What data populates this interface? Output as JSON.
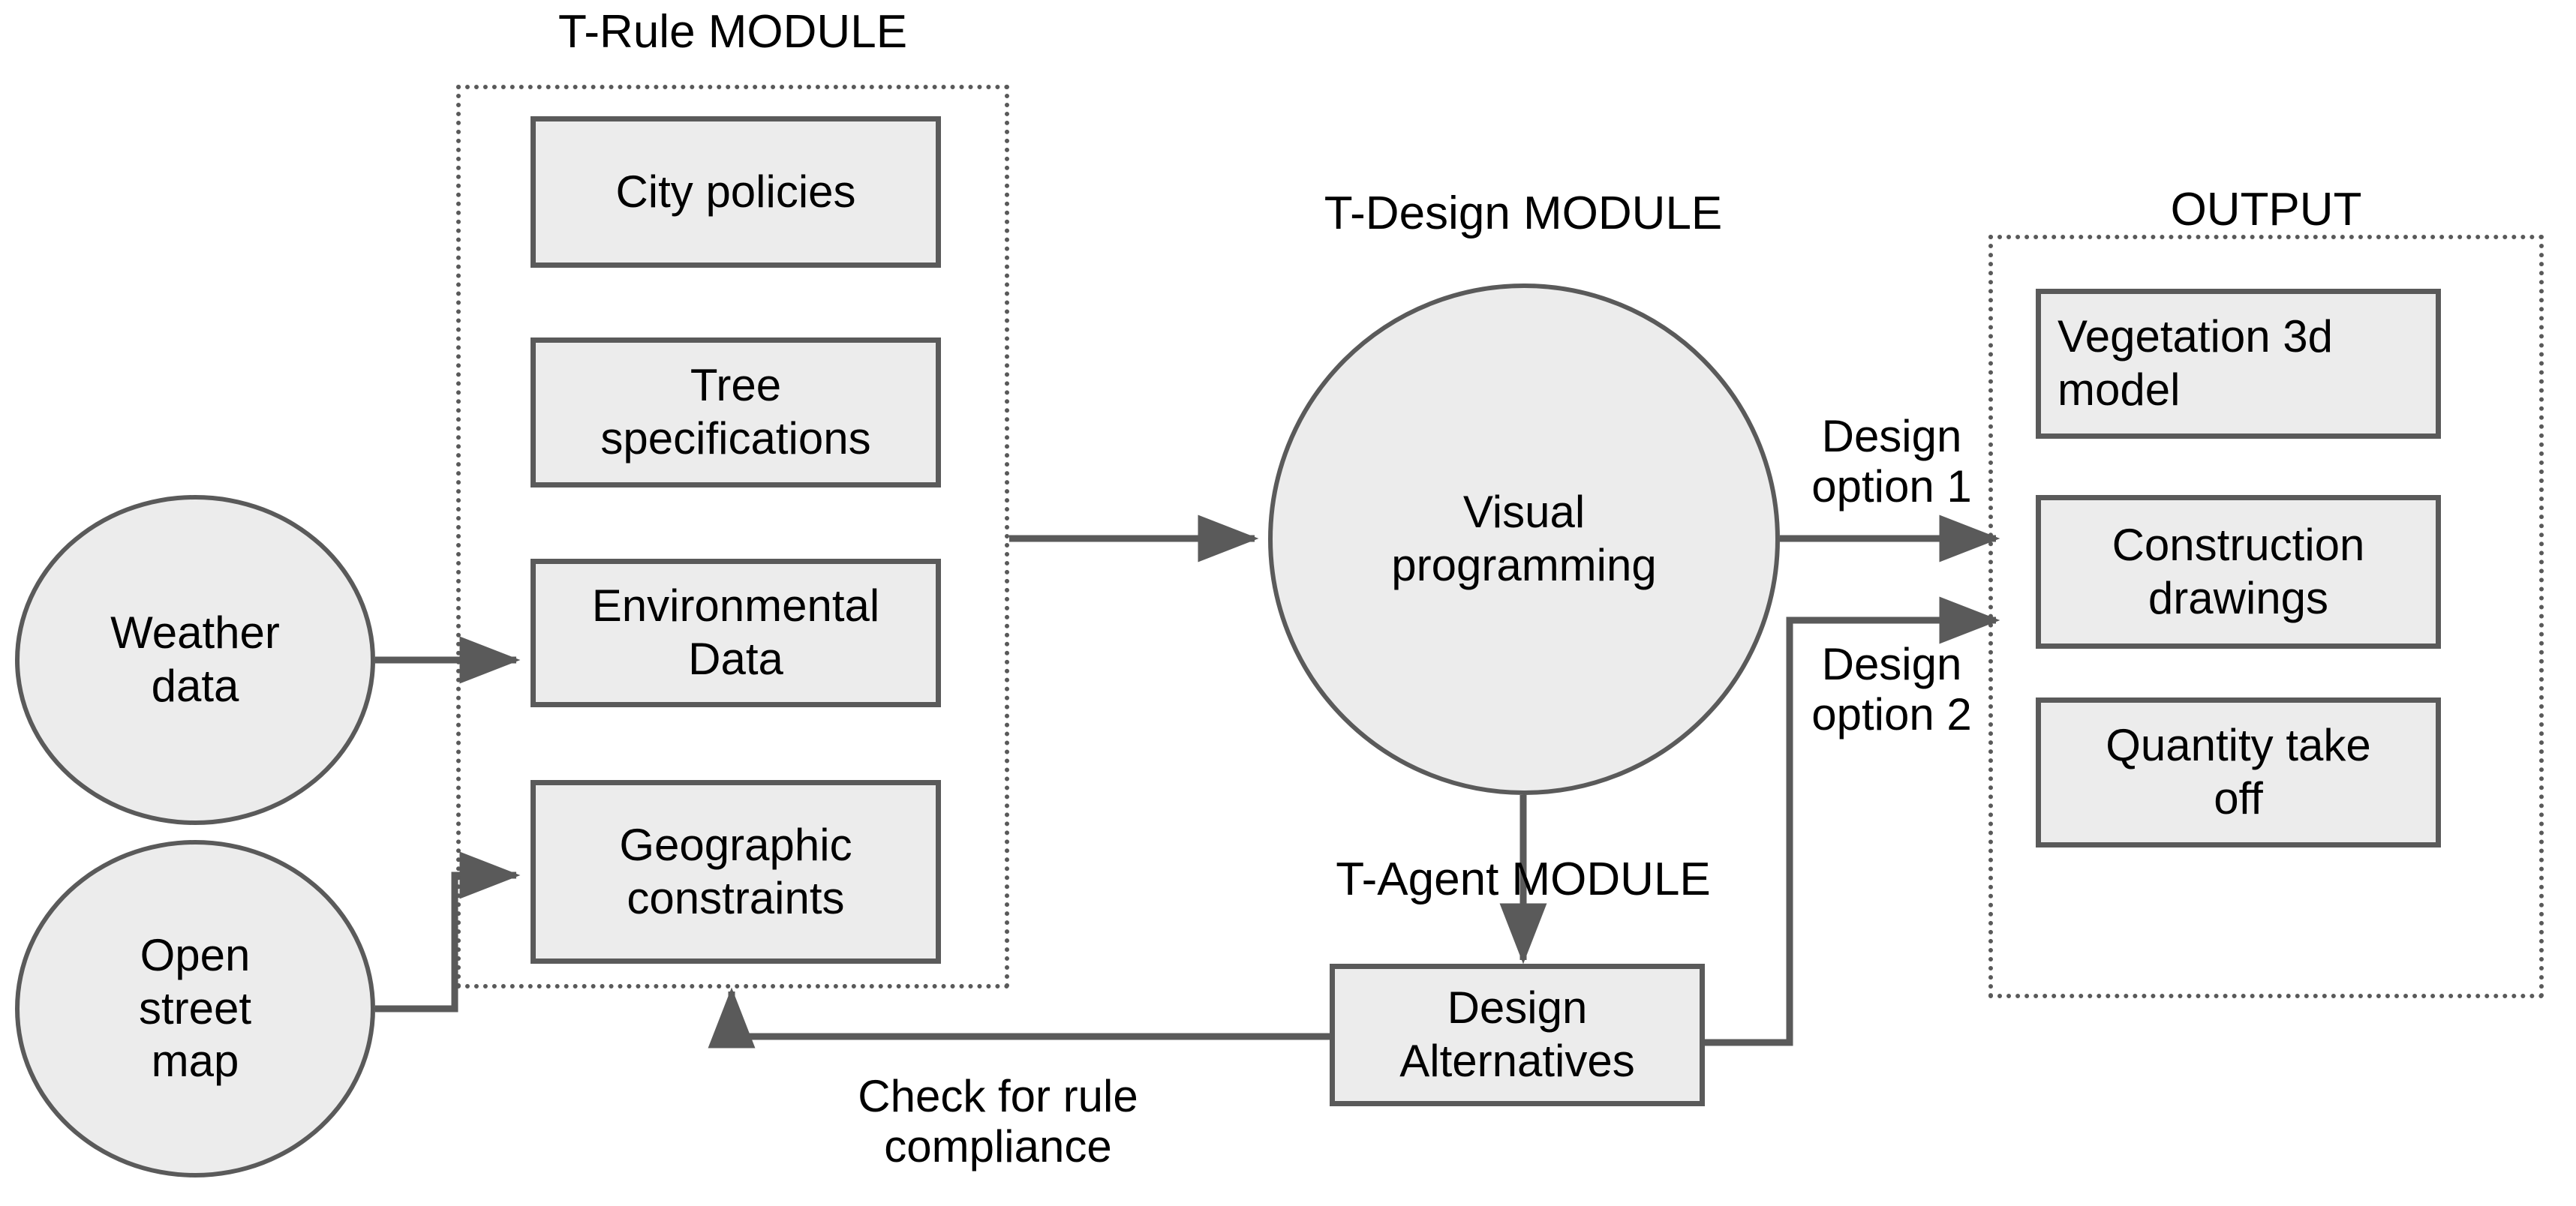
{
  "diagram": {
    "title": "Tree planting design system workflow",
    "colors": {
      "node_fill": "#ececec",
      "node_stroke": "#5a5a5a",
      "frame_stroke": "#595959",
      "text": "#000000",
      "background": "#ffffff"
    }
  },
  "modules": {
    "t_rule": {
      "title": "T-Rule MODULE"
    },
    "t_design": {
      "title": "T-Design MODULE"
    },
    "t_agent": {
      "title": "T-Agent MODULE"
    },
    "output": {
      "title": "OUTPUT"
    }
  },
  "inputs": [
    {
      "id": "weather-data",
      "label": "Weather\ndata"
    },
    {
      "id": "open-street-map",
      "label": "Open\nstreet\nmap"
    }
  ],
  "rule_boxes": [
    {
      "id": "city-policies",
      "label": "City policies"
    },
    {
      "id": "tree-specifications",
      "label": "Tree\nspecifications"
    },
    {
      "id": "environmental-data",
      "label": "Environmental\nData"
    },
    {
      "id": "geographic-constraints",
      "label": "Geographic\nconstraints"
    }
  ],
  "design_node": {
    "id": "visual-programming",
    "label": "Visual\nprogramming"
  },
  "agent_node": {
    "id": "design-alternatives",
    "label": "Design\nAlternatives"
  },
  "output_boxes": [
    {
      "id": "vegetation-3d-model",
      "label": "Vegetation 3d\nmodel",
      "align": "left"
    },
    {
      "id": "construction-drawings",
      "label": "Construction\ndrawings",
      "align": "center"
    },
    {
      "id": "quantity-take-off",
      "label": "Quantity take\noff",
      "align": "center"
    }
  ],
  "edge_labels": [
    {
      "id": "design-option-1",
      "label": "Design\noption 1"
    },
    {
      "id": "design-option-2",
      "label": "Design\noption 2"
    },
    {
      "id": "check-for-rule-compliance",
      "label": "Check for rule\ncompliance"
    }
  ],
  "chart_data": {
    "type": "diagram",
    "title": "Tree planting design system workflow",
    "nodes": [
      {
        "id": "weather-data",
        "label": "Weather data",
        "shape": "circle",
        "group": "input"
      },
      {
        "id": "open-street-map",
        "label": "Open street map",
        "shape": "circle",
        "group": "input"
      },
      {
        "id": "city-policies",
        "label": "City policies",
        "shape": "rect",
        "group": "T-Rule MODULE"
      },
      {
        "id": "tree-specifications",
        "label": "Tree specifications",
        "shape": "rect",
        "group": "T-Rule MODULE"
      },
      {
        "id": "environmental-data",
        "label": "Environmental Data",
        "shape": "rect",
        "group": "T-Rule MODULE"
      },
      {
        "id": "geographic-constraints",
        "label": "Geographic constraints",
        "shape": "rect",
        "group": "T-Rule MODULE"
      },
      {
        "id": "visual-programming",
        "label": "Visual programming",
        "shape": "circle",
        "group": "T-Design MODULE"
      },
      {
        "id": "design-alternatives",
        "label": "Design Alternatives",
        "shape": "rect",
        "group": "T-Agent MODULE"
      },
      {
        "id": "vegetation-3d-model",
        "label": "Vegetation 3d model",
        "shape": "rect",
        "group": "OUTPUT"
      },
      {
        "id": "construction-drawings",
        "label": "Construction drawings",
        "shape": "rect",
        "group": "OUTPUT"
      },
      {
        "id": "quantity-take-off",
        "label": "Quantity take off",
        "shape": "rect",
        "group": "OUTPUT"
      }
    ],
    "edges": [
      {
        "from": "weather-data",
        "to": "environmental-data",
        "label": ""
      },
      {
        "from": "open-street-map",
        "to": "geographic-constraints",
        "label": ""
      },
      {
        "from": "T-Rule MODULE",
        "to": "visual-programming",
        "label": ""
      },
      {
        "from": "visual-programming",
        "to": "OUTPUT",
        "label": "Design option 1"
      },
      {
        "from": "visual-programming",
        "to": "design-alternatives",
        "label": ""
      },
      {
        "from": "design-alternatives",
        "to": "OUTPUT",
        "label": "Design option 2"
      },
      {
        "from": "design-alternatives",
        "to": "T-Rule MODULE",
        "label": "Check for rule compliance"
      }
    ]
  }
}
